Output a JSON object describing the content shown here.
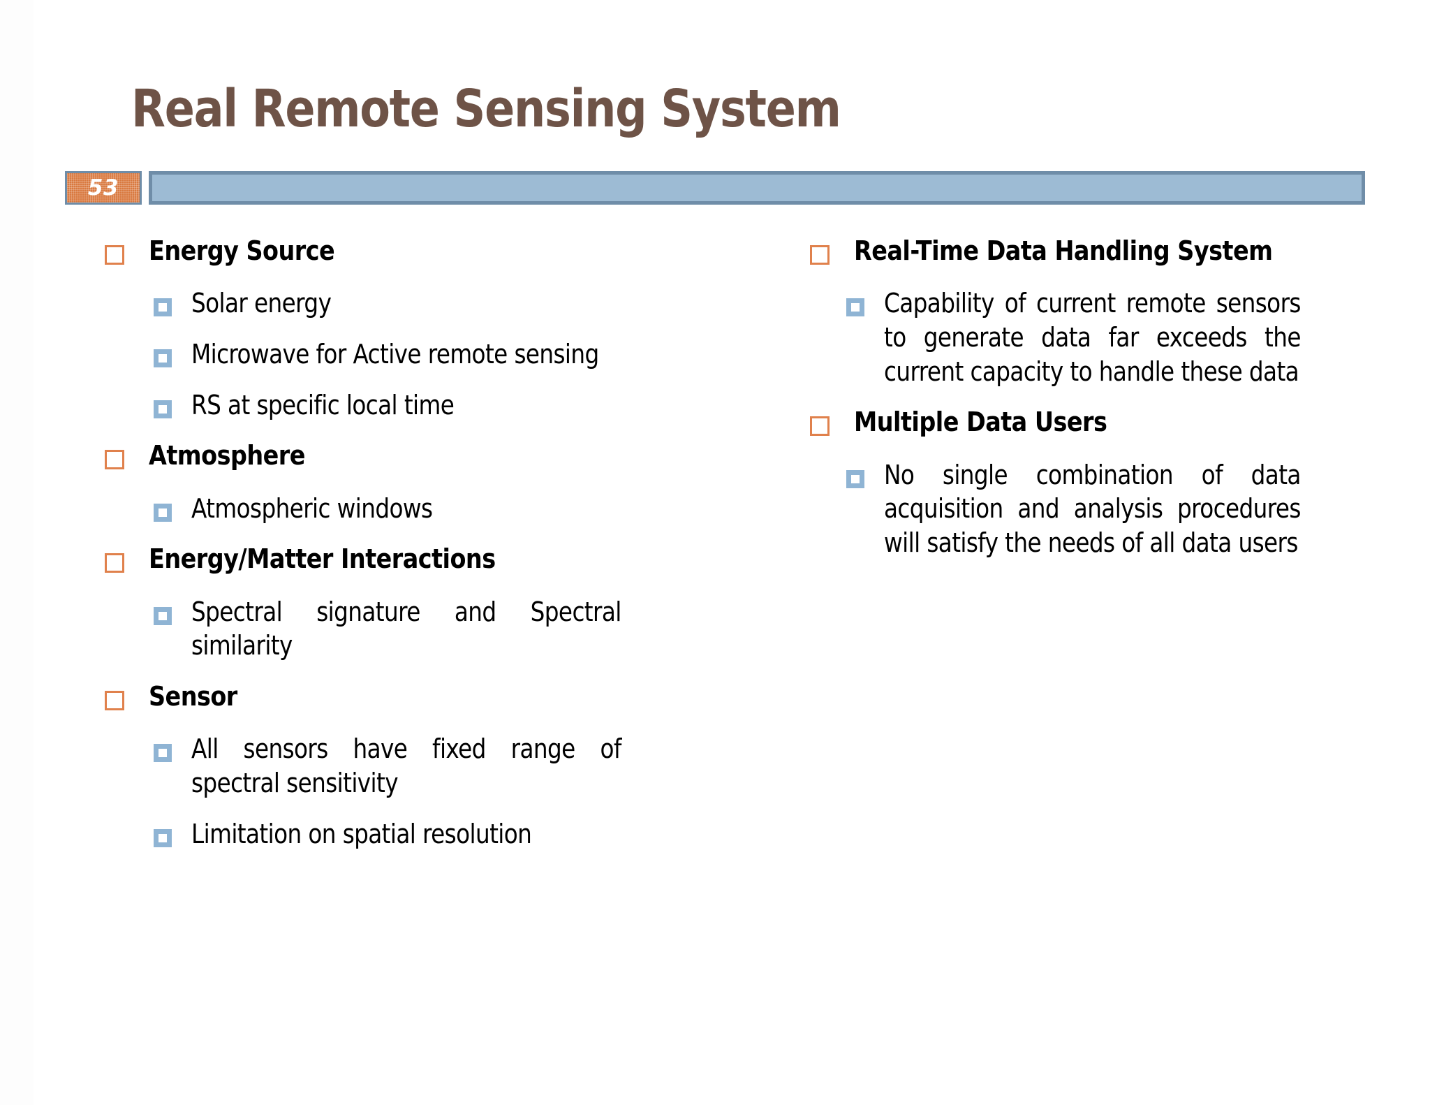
{
  "slide": {
    "title": "Real Remote Sensing System",
    "slide_number": "53",
    "title_color": "#6E5347",
    "badge_fill": "#D9793F",
    "badge_border": "#6F8DA8",
    "banner_fill": "#9DBBD4",
    "banner_border": "#6F8DA8",
    "bullet_level1_color": "#E0814C",
    "bullet_level2_color": "#8FB4D4",
    "body_text_color": "#000000",
    "background": "#FFFFFF"
  },
  "columns": {
    "left": [
      {
        "level": 1,
        "text": "Energy Source"
      },
      {
        "level": 2,
        "text": "Solar energy"
      },
      {
        "level": 2,
        "text": "Microwave for Active remote sensing"
      },
      {
        "level": 2,
        "text": "RS at specific local time"
      },
      {
        "level": 1,
        "text": "Atmosphere"
      },
      {
        "level": 2,
        "text": "Atmospheric windows"
      },
      {
        "level": 1,
        "text": "Energy/Matter Interactions"
      },
      {
        "level": 2,
        "text": "Spectral signature and Spectral similarity"
      },
      {
        "level": 1,
        "text": "Sensor"
      },
      {
        "level": 2,
        "text": "All sensors have fixed range of spectral sensitivity"
      },
      {
        "level": 2,
        "text": "Limitation on spatial resolution"
      }
    ],
    "right": [
      {
        "level": 1,
        "text": "Real-Time Data Handling System"
      },
      {
        "level": 2,
        "text": "Capability of current remote sensors to generate data far exceeds the current capacity to handle these data"
      },
      {
        "level": 1,
        "text": "Multiple Data Users"
      },
      {
        "level": 2,
        "text": "No single combination of data acquisition and analysis procedures will satisfy the needs of all data users"
      }
    ]
  }
}
